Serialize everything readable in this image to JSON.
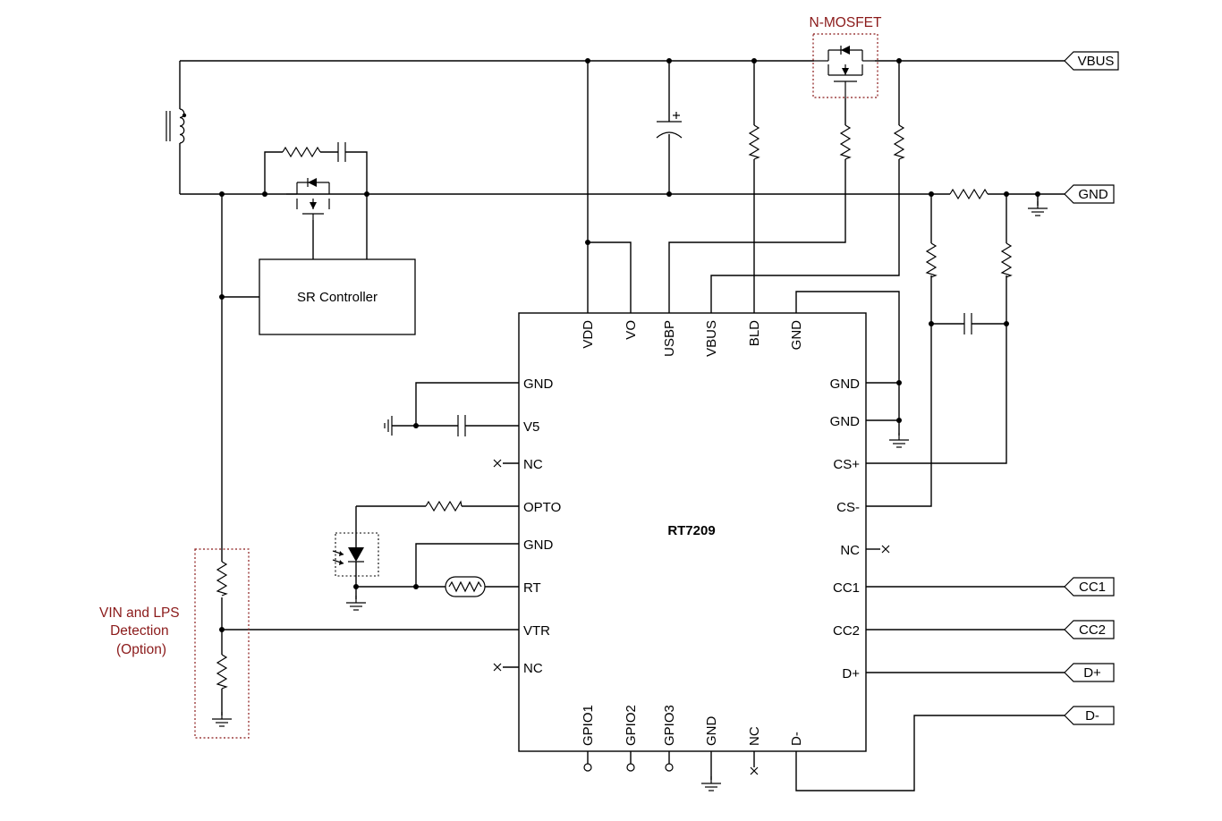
{
  "chip": {
    "name": "RT7209"
  },
  "sr_controller": {
    "label": "SR Controller"
  },
  "annotations": {
    "mosfet": "N-MOSFET",
    "vin_detection": [
      "VIN and LPS",
      "Detection",
      "(Option)"
    ]
  },
  "connectors": {
    "vbus": "VBUS",
    "gnd": "GND",
    "cc1": "CC1",
    "cc2": "CC2",
    "dp": "D+",
    "dm": "D-"
  },
  "pins": {
    "top": [
      "VDD",
      "VO",
      "USBP",
      "VBUS",
      "BLD",
      "GND"
    ],
    "left": [
      "GND",
      "V5",
      "NC",
      "OPTO",
      "GND",
      "RT",
      "VTR",
      "NC"
    ],
    "right": [
      "GND",
      "GND",
      "CS+",
      "CS-",
      "NC",
      "CC1",
      "CC2",
      "D+"
    ],
    "bottom": [
      "GPIO1",
      "GPIO2",
      "GPIO3",
      "GND",
      "NC",
      "D-"
    ]
  }
}
